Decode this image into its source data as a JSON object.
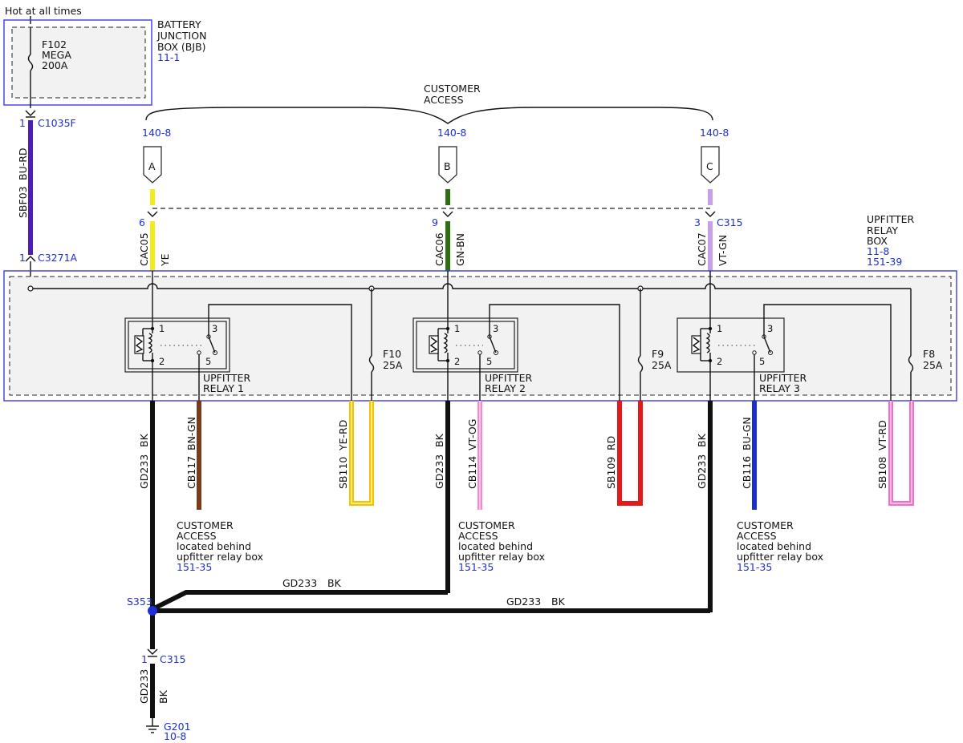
{
  "hot_label": "Hot at all times",
  "bjb": {
    "fuse": [
      "F102",
      "MEGA",
      "200A"
    ],
    "title": [
      "BATTERY",
      "JUNCTION",
      "BOX (BJB)"
    ],
    "ref": "11-1"
  },
  "c1035f": {
    "pin": "1",
    "name": "C1035F"
  },
  "sbf03": {
    "circuit": "SBF03",
    "color": "BU-RD"
  },
  "c3271a": {
    "pin": "1",
    "name": "C3271A"
  },
  "customer_access_top": [
    "CUSTOMER",
    "ACCESS"
  ],
  "connectors_140": [
    {
      "ref": "140-8",
      "letter": "A",
      "pin": "6",
      "circuit": "CAC05",
      "color": "YE"
    },
    {
      "ref": "140-8",
      "letter": "B",
      "pin": "9",
      "circuit": "CAC06",
      "color": "GN-BN"
    },
    {
      "ref": "140-8",
      "letter": "C",
      "pin": "3",
      "circuit": "CAC07",
      "color": "VT-GN",
      "conn": "C315"
    }
  ],
  "upfitter_box": {
    "title": [
      "UPFITTER",
      "RELAY",
      "BOX"
    ],
    "refs": [
      "11-8",
      "151-39"
    ]
  },
  "relays": [
    {
      "label": [
        "UPFITTER",
        "RELAY 1"
      ],
      "pins": [
        "1",
        "2",
        "3",
        "5"
      ]
    },
    {
      "label": [
        "UPFITTER",
        "RELAY 2"
      ],
      "pins": [
        "1",
        "2",
        "3",
        "5"
      ]
    },
    {
      "label": [
        "UPFITTER",
        "RELAY 3"
      ],
      "pins": [
        "1",
        "2",
        "3",
        "5"
      ]
    }
  ],
  "fuses": [
    {
      "name": "F10",
      "rating": "25A"
    },
    {
      "name": "F9",
      "rating": "25A"
    },
    {
      "name": "F8",
      "rating": "25A"
    }
  ],
  "wires_out": [
    {
      "circuit": "GD233",
      "color": "BK"
    },
    {
      "circuit": "CB117",
      "color": "BN-GN"
    },
    {
      "circuit": "SB110",
      "color": "YE-RD"
    },
    {
      "circuit": "GD233",
      "color": "BK"
    },
    {
      "circuit": "CB114",
      "color": "VT-OG"
    },
    {
      "circuit": "SB109",
      "color": "RD"
    },
    {
      "circuit": "GD233",
      "color": "BK"
    },
    {
      "circuit": "CB116",
      "color": "BU-GN"
    },
    {
      "circuit": "SB108",
      "color": "VT-RD"
    }
  ],
  "customer_access_notes": [
    {
      "lines": [
        "CUSTOMER",
        "ACCESS",
        "located behind",
        "upfitter relay box"
      ],
      "ref": "151-35"
    },
    {
      "lines": [
        "CUSTOMER",
        "ACCESS",
        "located behind",
        "upfitter relay box"
      ],
      "ref": "151-35"
    },
    {
      "lines": [
        "CUSTOMER",
        "ACCESS",
        "located behind",
        "upfitter relay box"
      ],
      "ref": "151-35"
    }
  ],
  "ground_runs": [
    {
      "circuit": "GD233",
      "color": "BK"
    },
    {
      "circuit": "GD233",
      "color": "BK"
    }
  ],
  "splice": "S353",
  "c315_bottom": {
    "pin": "1",
    "name": "C315"
  },
  "gd233_bottom": {
    "circuit": "GD233",
    "color": "BK"
  },
  "ground": {
    "name": "G201",
    "ref": "10-8"
  },
  "colors": {
    "blue_ref": "#1d2fd6",
    "BU-RD": "#4b1fb8",
    "YE": "#f3ec1a",
    "GN-BN": "#2f6f14",
    "VT-GN": "#c6a0e0",
    "BN-GN": "#7a3b1c",
    "YE-RD": "#f2c300",
    "VT-OG": "#f08cc8",
    "RD": "#e31a1a",
    "BU-GN": "#1a2fd0",
    "VT-RD": "#ee70c8",
    "BK": "#111111"
  }
}
